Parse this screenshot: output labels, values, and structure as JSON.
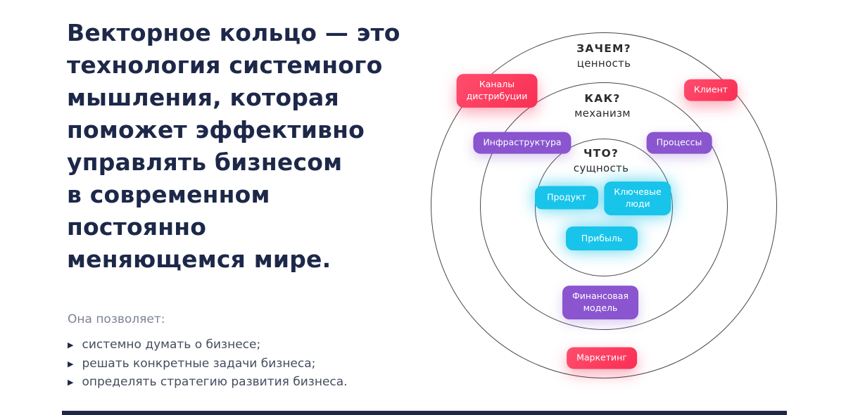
{
  "left": {
    "heading": "Векторное кольцо — это\nтехнология системного\nмышления, которая\nпоможет эффективно\nуправлять бизнесом\nв современном\nпостоянно\nменяющемся мире.",
    "intro": "Она позволяет:",
    "bullet_icon": "▶",
    "bullets": [
      "системно думать о бизнесе;",
      "решать конкретные задачи бизнеса;",
      "определять стратегию развития бизнеса."
    ]
  },
  "diagram": {
    "rings": [
      {
        "question": "ЗАЧЕМ?",
        "subtitle": "ценность"
      },
      {
        "question": "КАК?",
        "subtitle": "механизм"
      },
      {
        "question": "ЧТО?",
        "subtitle": "сущность"
      }
    ],
    "pills": [
      {
        "label": "Каналы\nдистрибуции",
        "color": "red"
      },
      {
        "label": "Клиент",
        "color": "red"
      },
      {
        "label": "Инфраструктура",
        "color": "purple"
      },
      {
        "label": "Процессы",
        "color": "purple"
      },
      {
        "label": "Продукт",
        "color": "cyan"
      },
      {
        "label": "Ключевые\nлюди",
        "color": "cyan"
      },
      {
        "label": "Прибыль",
        "color": "cyan"
      },
      {
        "label": "Финансовая\nмодель",
        "color": "purple"
      },
      {
        "label": "Маркетинг",
        "color": "red"
      }
    ],
    "colors": {
      "red": "#f92f54",
      "purple": "#8a55cf",
      "cyan": "#18c4ea",
      "heading_text": "#1d2849",
      "ring_stroke": "#474747"
    }
  }
}
